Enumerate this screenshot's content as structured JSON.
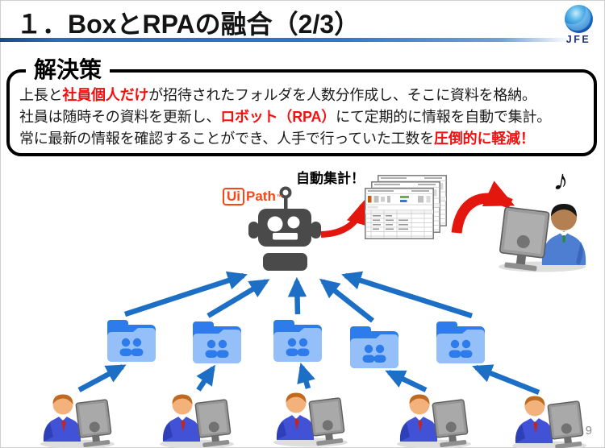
{
  "colors": {
    "arrow-blue": "#1c6fc4",
    "folder-light": "#94bff8",
    "folder-dark": "#2e7cec",
    "robot-gray": "#4a4a4a",
    "red-text": "#f50f0f",
    "red-arrow": "#e3170d",
    "uipath-orange": "#fa4616",
    "rule-blue": "#2a6cb5",
    "jfe-navy": "#23356e",
    "page-gray": "#8c8c8c"
  },
  "header": {
    "title": "１．BoxとRPAの融合（2/3）",
    "logo_text": "JFE"
  },
  "solution": {
    "heading": "解決策",
    "lines": [
      {
        "pre": "上長と",
        "red": "社員個人だけ",
        "post": "が招待されたフォルダを人数分作成し、そこに資料を格納。"
      },
      {
        "pre": "社員は随時その資料を更新し、",
        "red": "ロボット（RPA）",
        "post": "にて定期的に情報を自動で集計。"
      },
      {
        "pre": "常に最新の情報を確認することができ、人手で行っていた工数を",
        "red": "圧倒的に軽減！",
        "post": ""
      }
    ]
  },
  "diagram": {
    "uipath": {
      "ui": "Ui",
      "path": "Path",
      "tm": "™"
    },
    "auto_label": "自動集計！",
    "music_note": "♪",
    "icons": [
      "uipath-robot-icon",
      "shared-folder-icon",
      "worker-at-pc-icon",
      "happy-worker-icon",
      "spreadsheet-stack-icon",
      "music-note-icon"
    ]
  },
  "footer": {
    "page_number": "9"
  }
}
